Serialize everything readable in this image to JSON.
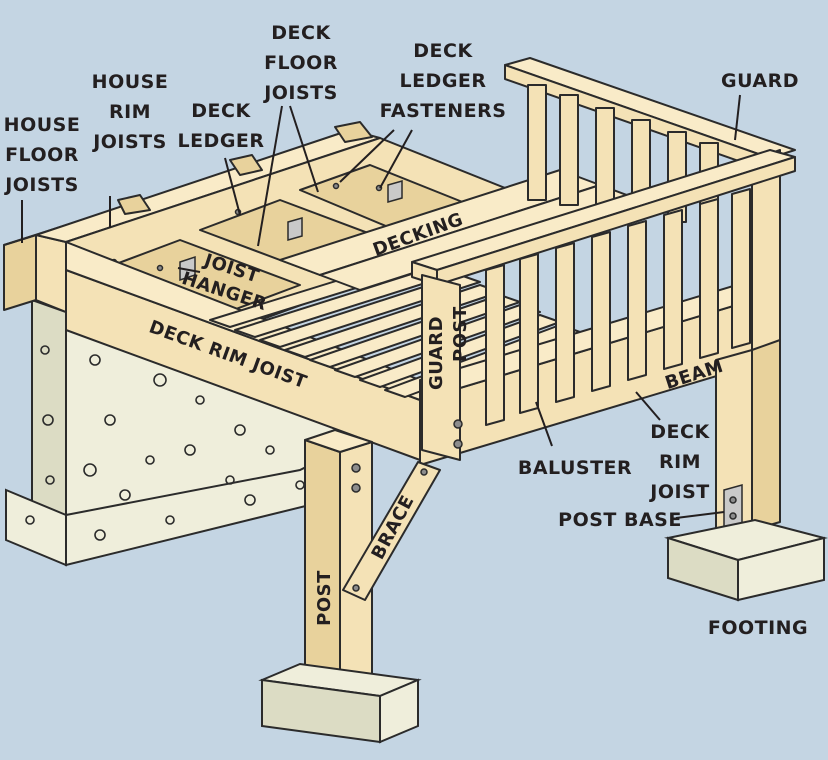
{
  "labels": {
    "house_floor_joists": [
      "HOUSE",
      "FLOOR",
      "JOISTS"
    ],
    "house_rim_joists": [
      "HOUSE",
      "RIM",
      "JOISTS"
    ],
    "deck_ledger": [
      "DECK",
      "LEDGER"
    ],
    "deck_floor_joists": [
      "DECK",
      "FLOOR",
      "JOISTS"
    ],
    "deck_ledger_fasteners": [
      "DECK",
      "LEDGER",
      "FASTENERS"
    ],
    "guard": "GUARD",
    "joist_hanger": [
      "JOIST",
      "HANGER"
    ],
    "decking": "DECKING",
    "deck_rim_joist": "DECK RIM JOIST",
    "guard_post": [
      "GUARD",
      "POST"
    ],
    "beam": "BEAM",
    "baluster": "BALUSTER",
    "deck_rim_joist_right": [
      "DECK",
      "RIM",
      "JOIST"
    ],
    "post_base": "POST BASE",
    "footing": "FOOTING",
    "brace": "BRACE",
    "post": "POST"
  },
  "colors": {
    "background": "#c4d5e3",
    "wood": "#f4e2b6",
    "concrete": "#efeedb",
    "ink": "#231f20"
  }
}
